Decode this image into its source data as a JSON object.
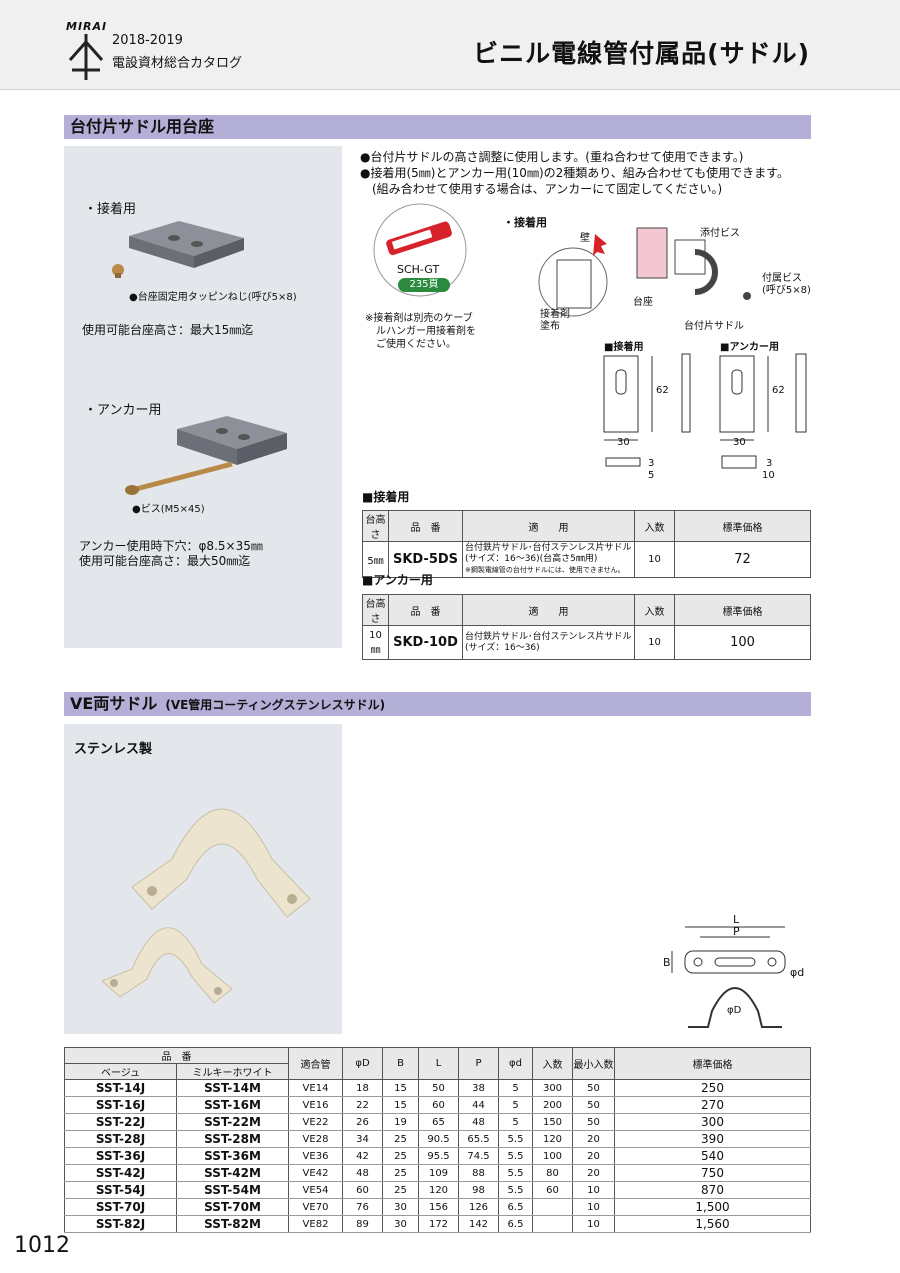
{
  "header": {
    "brand": "MIRAI",
    "year": "2018-2019",
    "catalog_name": "電設資材総合カタログ",
    "page_title": "ビニル電線管付属品(サドル)"
  },
  "section1": {
    "title": "台付片サドル用台座",
    "left": {
      "adhesive_label": "・接着用",
      "screw_caption": "●台座固定用タッピンねじ(呼び5×8)",
      "adhesive_height": "使用可能台座高さ：最大15㎜迄",
      "anchor_label": "・アンカー用",
      "bis_caption": "●ビス(M5×45)",
      "anchor_hole": "アンカー使用時下穴：φ8.5×35㎜",
      "anchor_height": "使用可能台座高さ：最大50㎜迄"
    },
    "bullets": [
      "●台付片サドルの高さ調整に使用します。(重ね合わせて使用できます。)",
      "●接着用(5㎜)とアンカー用(10㎜)の2種類あり、組み合わせても使用できます。",
      "(組み合わせて使用する場合は、アンカーにて固定してください。)"
    ],
    "glue": {
      "product": "SCH-GT",
      "page_ref": "235頁",
      "note1": "※接着剤は別売のケーブ",
      "note2": "ルハンガー用接着剤を",
      "note3": "ご使用ください。"
    },
    "diagram": {
      "title": "・接着用",
      "wall": "壁",
      "screw_attached": "添付ビス",
      "screw_spec1": "付属ビス",
      "screw_spec2": "(呼び5×8)",
      "adhesive1": "接着剤",
      "adhesive2": "塗布",
      "base": "台座",
      "saddle": "台付片サドル",
      "dim_adhesive_title": "■接着用",
      "dim_anchor_title": "■アンカー用",
      "dim_62": "62",
      "dim_30": "30",
      "dim_5": "5",
      "dim_3": "3",
      "dim_10": "10",
      "dim_3b": "3"
    },
    "table_adhesive": {
      "title": "■接着用",
      "headers": [
        "台高さ",
        "品　番",
        "適　　用",
        "入数",
        "標準価格"
      ],
      "row": {
        "height": "5㎜",
        "code": "SKD-5DS",
        "use1": "台付鉄片サドル･台付ステンレス片サドル",
        "use2": "(サイズ：16～36)(台高さ5㎜用)",
        "use3": "※鋼製電線管の台付サドルには、使用できません。",
        "qty": "10",
        "price": "72"
      }
    },
    "table_anchor": {
      "title": "■アンカー用",
      "headers": [
        "台高さ",
        "品　番",
        "適　　用",
        "入数",
        "標準価格"
      ],
      "row": {
        "height": "10㎜",
        "code": "SKD-10D",
        "use1": "台付鉄片サドル･台付ステンレス片サドル",
        "use2": "(サイズ：16～36)",
        "qty": "10",
        "price": "100"
      }
    }
  },
  "section2": {
    "title": "VE両サドル",
    "subtitle": "(VE管用コーティングステンレスサドル)",
    "material": "ステンレス製",
    "dims": {
      "L": "L",
      "P": "P",
      "B": "B",
      "phid": "φd",
      "phiD": "φD"
    },
    "table": {
      "header_group": "品　番",
      "headers": [
        "ベージュ",
        "ミルキーホワイト",
        "適合管",
        "φD",
        "B",
        "L",
        "P",
        "φd",
        "入数",
        "最小入数",
        "標準価格"
      ],
      "rows": [
        [
          "SST-14J",
          "SST-14M",
          "VE14",
          "18",
          "15",
          "50",
          "38",
          "5",
          "300",
          "50",
          "250"
        ],
        [
          "SST-16J",
          "SST-16M",
          "VE16",
          "22",
          "15",
          "60",
          "44",
          "5",
          "200",
          "50",
          "270"
        ],
        [
          "SST-22J",
          "SST-22M",
          "VE22",
          "26",
          "19",
          "65",
          "48",
          "5",
          "150",
          "50",
          "300"
        ],
        [
          "SST-28J",
          "SST-28M",
          "VE28",
          "34",
          "25",
          "90.5",
          "65.5",
          "5.5",
          "120",
          "20",
          "390"
        ],
        [
          "SST-36J",
          "SST-36M",
          "VE36",
          "42",
          "25",
          "95.5",
          "74.5",
          "5.5",
          "100",
          "20",
          "540"
        ],
        [
          "SST-42J",
          "SST-42M",
          "VE42",
          "48",
          "25",
          "109",
          "88",
          "5.5",
          "80",
          "20",
          "750"
        ],
        [
          "SST-54J",
          "SST-54M",
          "VE54",
          "60",
          "25",
          "120",
          "98",
          "5.5",
          "60",
          "10",
          "870"
        ],
        [
          "SST-70J",
          "SST-70M",
          "VE70",
          "76",
          "30",
          "156",
          "126",
          "6.5",
          "",
          "10",
          "1,500"
        ],
        [
          "SST-82J",
          "SST-82M",
          "VE82",
          "89",
          "30",
          "172",
          "142",
          "6.5",
          "",
          "10",
          "1,560"
        ]
      ]
    }
  },
  "footer": {
    "page_number": "1012"
  },
  "colors": {
    "section_bar": "#b4afd6",
    "gray_panel": "#e3e6ea",
    "arrow_red": "#d8222a",
    "arrow_green": "#2b8a3e"
  }
}
